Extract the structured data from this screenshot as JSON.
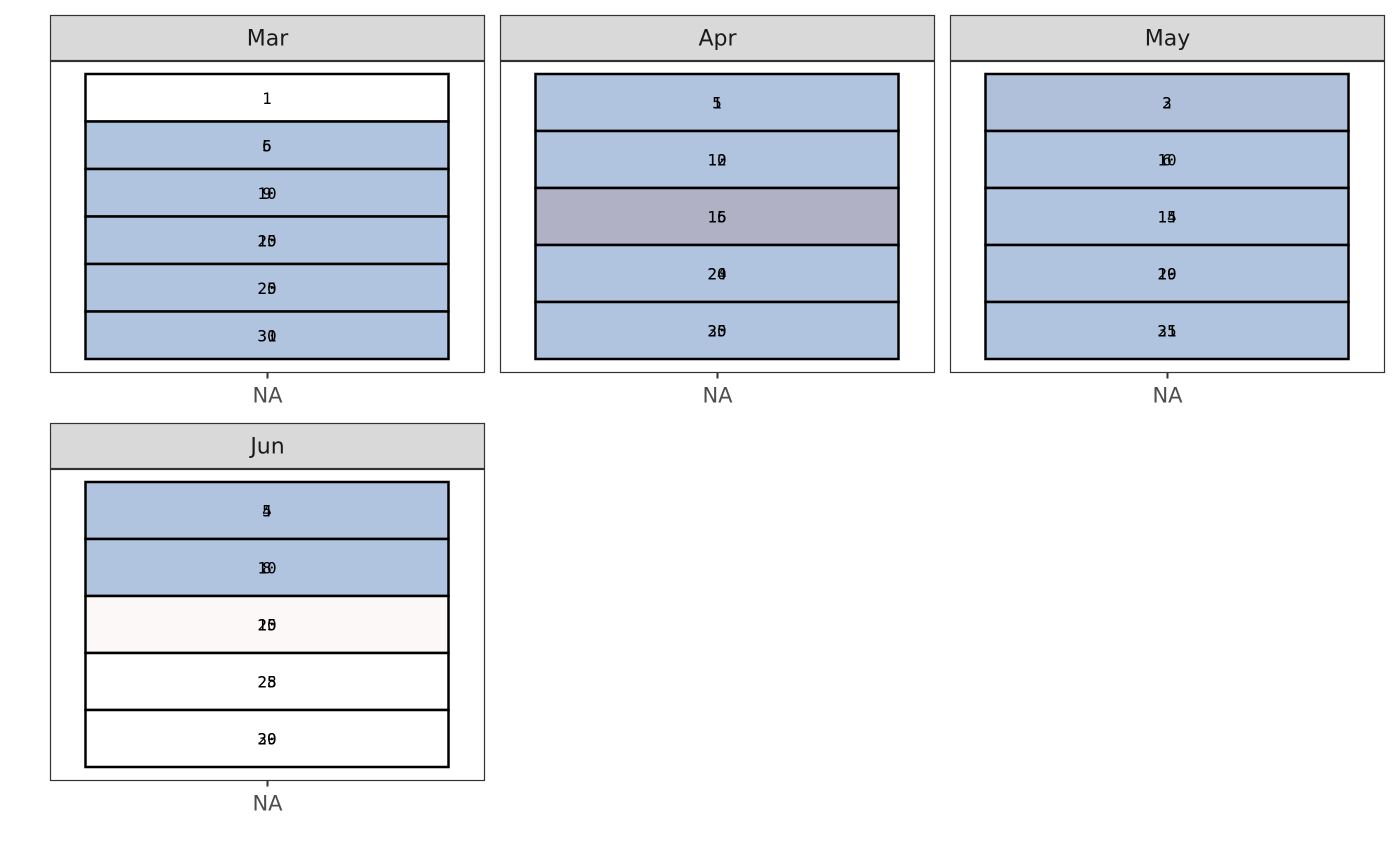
{
  "chart_data": {
    "type": "heatmap",
    "colors": {
      "strip_fill": "#d9d9d9",
      "panel_border": "#333333",
      "tile_border": "#000000",
      "tick_text": "#4d4d4d"
    },
    "panels": [
      {
        "title": "Mar",
        "x_tick": "NA",
        "tiles": [
          {
            "labels": [
              "1"
            ],
            "fill": "#ffffff"
          },
          {
            "labels": [
              "5",
              "6"
            ],
            "fill": "#b0c4df"
          },
          {
            "labels": [
              "10",
              "9"
            ],
            "fill": "#b0c4df"
          },
          {
            "labels": [
              "15",
              "20"
            ],
            "fill": "#b0c4df"
          },
          {
            "labels": [
              "25",
              "20"
            ],
            "fill": "#b0c4df"
          },
          {
            "labels": [
              "30",
              "31"
            ],
            "fill": "#b0c4df"
          }
        ]
      },
      {
        "title": "Apr",
        "x_tick": "NA",
        "tiles": [
          {
            "labels": [
              "1",
              "5"
            ],
            "fill": "#b0c4df"
          },
          {
            "labels": [
              "10",
              "12"
            ],
            "fill": "#b0c4df"
          },
          {
            "labels": [
              "15",
              "16"
            ],
            "fill": "#b1b1c6"
          },
          {
            "labels": [
              "20",
              "24"
            ],
            "fill": "#b0c4df"
          },
          {
            "labels": [
              "25",
              "30"
            ],
            "fill": "#b0c4df"
          }
        ]
      },
      {
        "title": "May",
        "x_tick": "NA",
        "tiles": [
          {
            "labels": [
              "2",
              "3"
            ],
            "fill": "#b1c0da"
          },
          {
            "labels": [
              "10",
              "6"
            ],
            "fill": "#b0c4df"
          },
          {
            "labels": [
              "15",
              "14"
            ],
            "fill": "#b0c4df"
          },
          {
            "labels": [
              "20",
              "19"
            ],
            "fill": "#b0c4df"
          },
          {
            "labels": [
              "25",
              "31"
            ],
            "fill": "#b0c4df"
          }
        ]
      },
      {
        "title": "Jun",
        "x_tick": "NA",
        "tiles": [
          {
            "labels": [
              "5",
              "4"
            ],
            "fill": "#b0c4df"
          },
          {
            "labels": [
              "10",
              "8"
            ],
            "fill": "#b0c4df"
          },
          {
            "labels": [
              "15",
              "20"
            ],
            "fill": "#fcf8f8"
          },
          {
            "labels": [
              "25",
              "28"
            ],
            "fill": "#ffffff"
          },
          {
            "labels": [
              "30",
              "29"
            ],
            "fill": "#ffffff"
          }
        ]
      }
    ]
  }
}
